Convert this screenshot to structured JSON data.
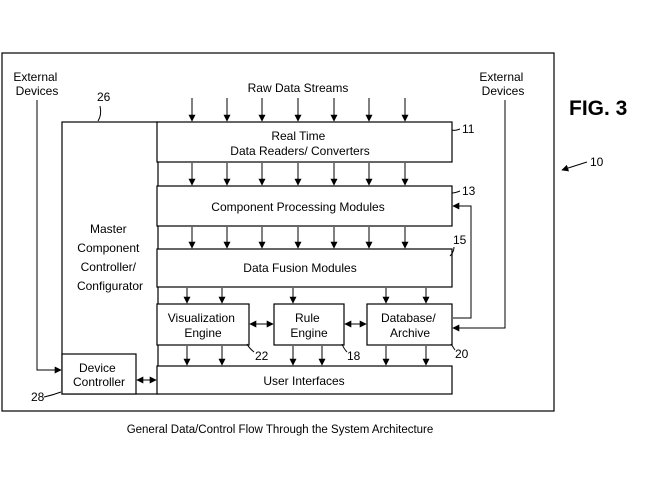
{
  "figure_label": "FIG. 3",
  "caption": "General Data/Control Flow Through the System Architecture",
  "top_label": "Raw Data Streams",
  "external_devices_left": [
    "External",
    "Devices"
  ],
  "external_devices_right": [
    "External",
    "Devices"
  ],
  "refs": {
    "system": "10",
    "readers": "11",
    "processing": "13",
    "fusion": "15",
    "rule": "18",
    "database": "20",
    "visualization": "22",
    "master": "26",
    "device": "28"
  },
  "blocks": {
    "readers": [
      "Real Time",
      "Data Readers/ Converters"
    ],
    "processing": [
      "Component Processing Modules"
    ],
    "fusion": [
      "Data Fusion Modules"
    ],
    "visualization": [
      "Visualization",
      "Engine"
    ],
    "rule": [
      "Rule",
      "Engine"
    ],
    "database": [
      "Database/",
      "Archive"
    ],
    "ui": [
      "User Interfaces"
    ],
    "master": [
      "Master",
      "Component",
      "Controller/",
      "Configurator"
    ],
    "device": [
      "Device",
      "Controller"
    ]
  }
}
